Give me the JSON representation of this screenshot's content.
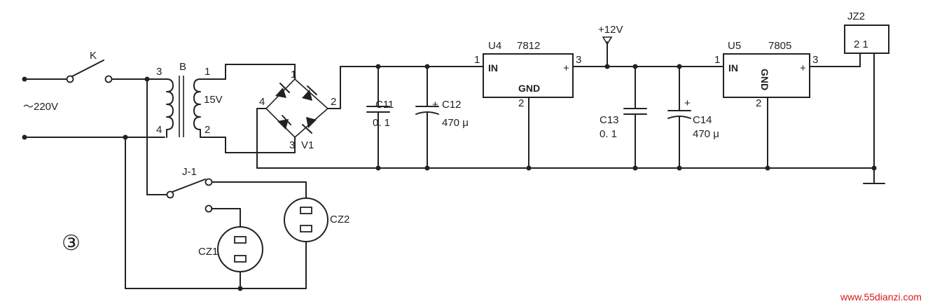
{
  "figure_number": "③",
  "mains": {
    "label": "～220V"
  },
  "switch_k": {
    "label": "K"
  },
  "transformer": {
    "label": "B",
    "secondary_voltage": "15V",
    "pins": [
      "3",
      "4",
      "1",
      "2"
    ]
  },
  "rectifier": {
    "label": "V1",
    "pins": [
      "1",
      "2",
      "3",
      "4"
    ]
  },
  "capacitors": {
    "c11": {
      "name": "C11",
      "value": "0. 1"
    },
    "c12": {
      "name": "C12",
      "value": "470 μ",
      "polarity": "+"
    },
    "c13": {
      "name": "C13",
      "value": "0. 1"
    },
    "c14": {
      "name": "C14",
      "value": "470 μ",
      "polarity": "+"
    }
  },
  "regulators": {
    "u4": {
      "ref": "U4",
      "part": "7812",
      "in": "IN",
      "gnd": "GND",
      "out": "+",
      "pin_in": "1",
      "pin_out": "3",
      "pin_gnd": "2"
    },
    "u5": {
      "ref": "U5",
      "part": "7805",
      "in": "IN",
      "gnd": "GND",
      "out": "+",
      "pin_in": "1",
      "pin_out": "3",
      "pin_gnd": "2"
    }
  },
  "rail_12v": {
    "label": "+12V"
  },
  "connector": {
    "ref": "JZ2",
    "pins": "2  1"
  },
  "relay_contact": {
    "label": "J-1"
  },
  "sockets": {
    "cz1": "CZ1",
    "cz2": "CZ2"
  },
  "watermark": "www.55dianzi.com"
}
